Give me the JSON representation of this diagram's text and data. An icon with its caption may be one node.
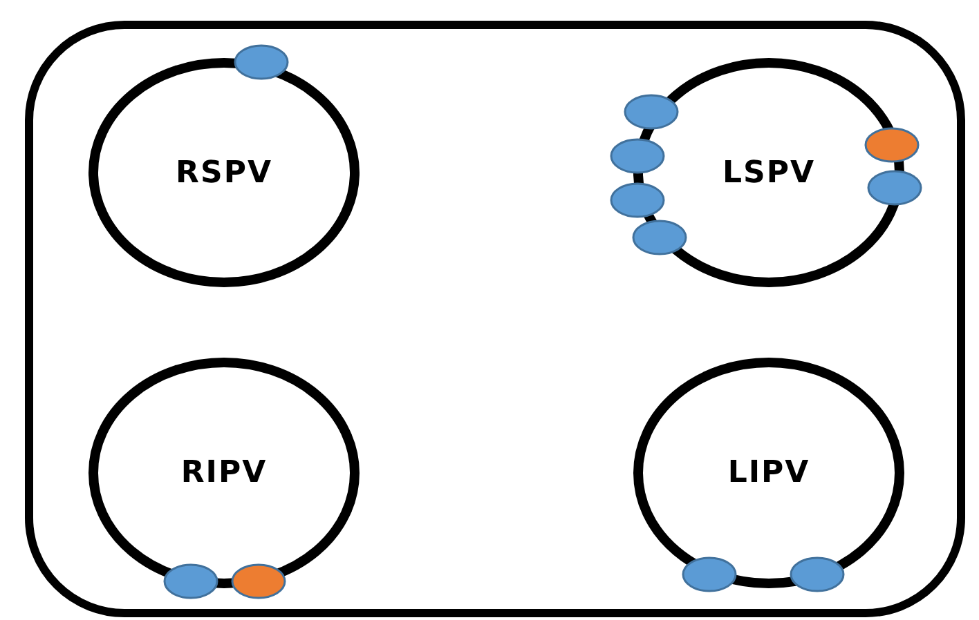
{
  "diagram": {
    "nodes": [
      {
        "text": [],
        "shape": "box"
      },
      {
        "text": [
          "RSPV"
        ],
        "in": 0
      },
      {
        "text": [
          "LSPV"
        ],
        "in": 0
      },
      {
        "text": [
          "RIPV"
        ],
        "in": 0
      },
      {
        "text": [
          "LIPV"
        ],
        "in": 0
      }
    ]
  }
}
